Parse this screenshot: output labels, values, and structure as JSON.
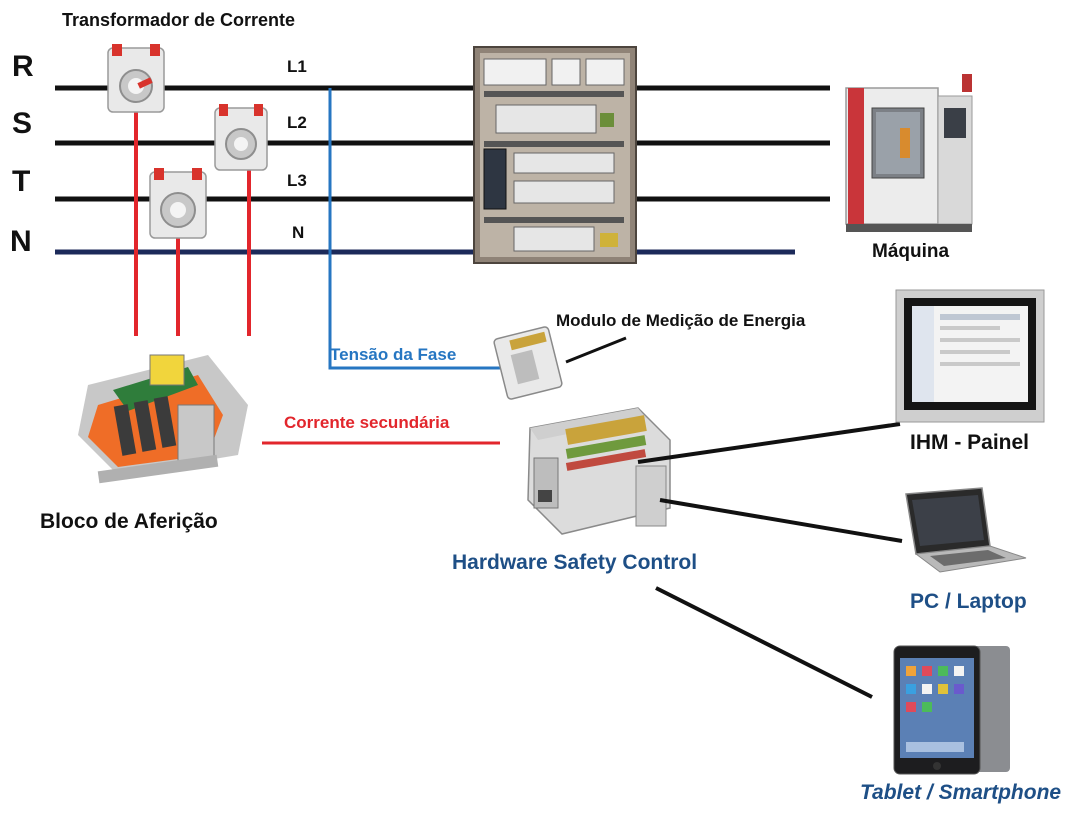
{
  "diagram": {
    "title_ct": "Transformador de Corrente",
    "phases": [
      "R",
      "S",
      "T",
      "N"
    ],
    "lines": [
      "L1",
      "L2",
      "L3",
      "N"
    ],
    "machine_label": "Máquina",
    "energy_module_label": "Modulo de Medição de Energia",
    "voltage_label": "Tensão da Fase",
    "current_label": "Corrente secundária",
    "block_label": "Bloco de Aferição",
    "controller_label": "Hardware Safety Control",
    "hmi_label": "IHM - Painel",
    "pc_label": "PC / Laptop",
    "tablet_label": "Tablet / Smartphone"
  },
  "colors": {
    "power_line": "#111111",
    "neutral_line": "#1c2a5a",
    "voltage_signal": "#2676c2",
    "current_signal": "#e2262c",
    "label_blue": "#1e4f86"
  }
}
